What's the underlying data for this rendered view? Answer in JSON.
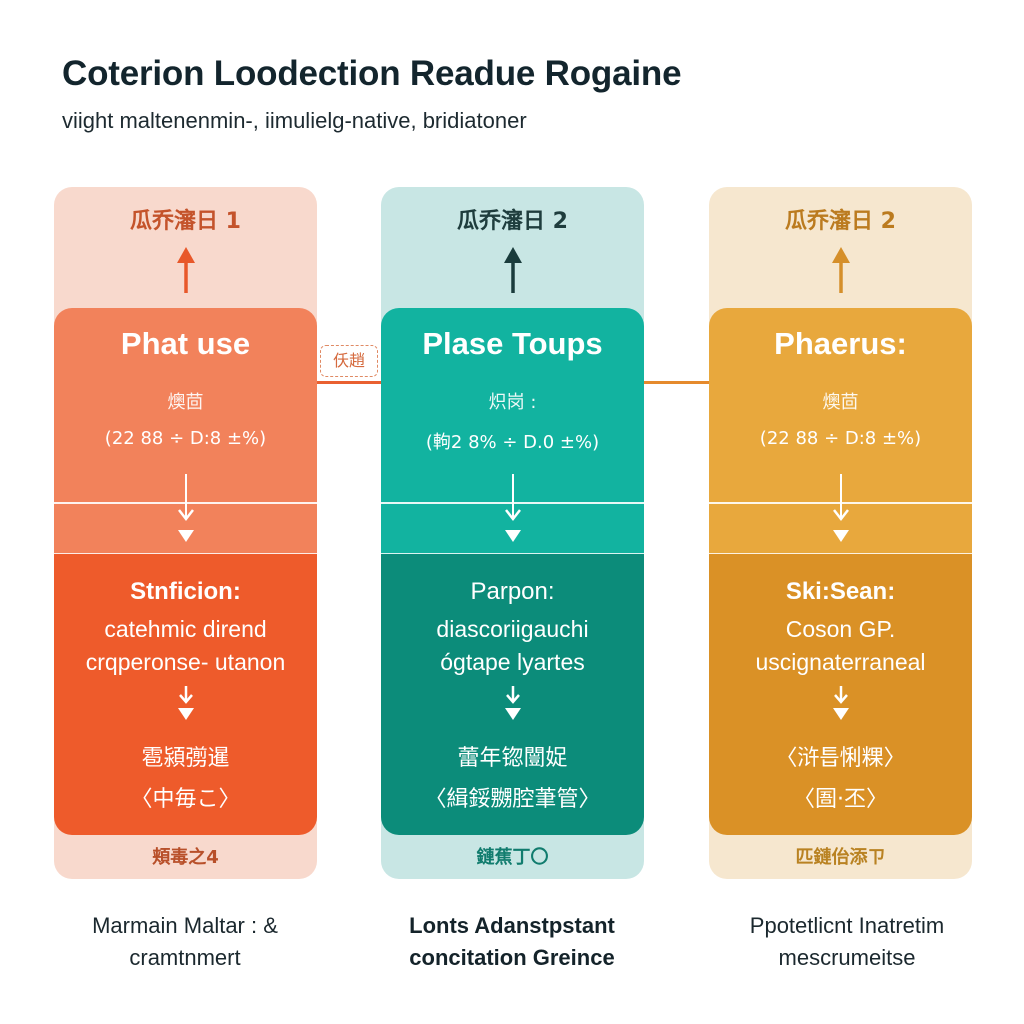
{
  "header": {
    "title": "Coterion Loodection Readue Rogaine",
    "subtitle": "viight maltenenmin-, iimulielg-native, bridiatoner"
  },
  "connector_badge": "仸趙",
  "columns": [
    {
      "top_label": "瓜乔瀋日 1",
      "phase_title": "Phat use",
      "phase_sub": "燠茴",
      "phase_formula": "(22 88 ÷ D:8 ±%)",
      "lower_title": "Stnficion:",
      "lower_lines": [
        "catehmic dirend",
        "crqperonse- utanon"
      ],
      "lower_cjk": [
        "雹潁彅暹",
        "〈中毎こ〉"
      ],
      "bottom_label": "頬毒之4",
      "accent": "#ee5b2b"
    },
    {
      "top_label": "瓜乔瀋日 2",
      "phase_title": "Plase Toups",
      "phase_sub": "炽岗 :",
      "phase_formula": "(軥2 8% ÷ D.0 ±%)",
      "lower_title": "Parpon:",
      "lower_lines": [
        "diascoriigauchi",
        "ógtape lyartes"
      ],
      "lower_cjk": [
        "蕾年锪闓娖",
        "〈緝鋖嬲腔茟管〉"
      ],
      "bottom_label": "鏈蕉丁〇",
      "accent": "#0c8c7a"
    },
    {
      "top_label": "瓜乔瀋日 2",
      "phase_title": "Phaerus:",
      "phase_sub": "燠茴",
      "phase_formula": "(22 88 ÷ D:8 ±%)",
      "lower_title": "Ski:Sean:",
      "lower_lines": [
        "Coson GP.",
        "uscignaterraneal"
      ],
      "lower_cjk": [
        "〈浒틉悧粿〉",
        "〈圄·丕〉"
      ],
      "bottom_label": "匹鏈佁添ㄗ",
      "accent": "#da9126"
    }
  ],
  "captions": [
    [
      "Marmain Maltar : &",
      "cramtnmert"
    ],
    [
      "Lonts Adanstpstant",
      "concitation Greince"
    ],
    [
      "Ppotetlicnt Inatretim",
      "mescrumeitse"
    ]
  ]
}
